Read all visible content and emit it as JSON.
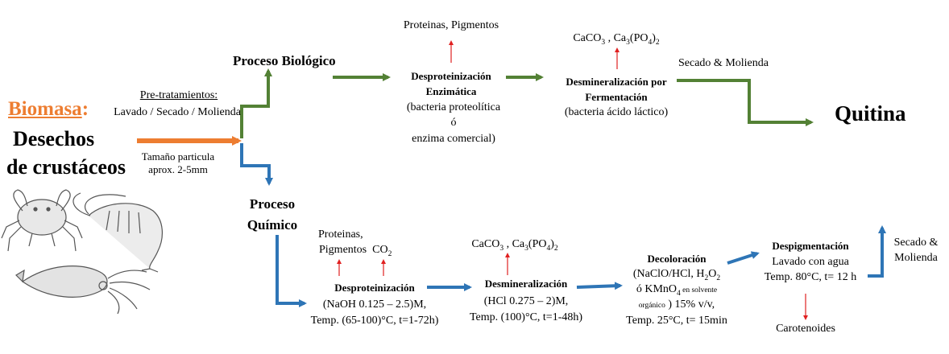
{
  "colors": {
    "orange": "#ed7d31",
    "green": "#538135",
    "blue": "#2e75b6",
    "red": "#e02020"
  },
  "start": {
    "biomasa": "Biomasa",
    "colon": ":",
    "desechos": "Desechos",
    "crustaceos": "de crustáceos",
    "pretrat_title": "Pre-tratamientos:",
    "pretrat_body": "Lavado / Secado / Molienda",
    "size1": "Tamaño particula",
    "size2": "aprox. 2-5mm",
    "icons": [
      "crab-icon",
      "shrimp-icon",
      "squid-icon"
    ]
  },
  "bio": {
    "title": "Proceso Biológico",
    "byproduct1": "Proteinas, Pigmentos",
    "step1_t1": "Desproteinización",
    "step1_t2": "Enzimática",
    "step1_d1": "(bacteria proteolítica",
    "step1_d2": "ó",
    "step1_d3": "enzima comercial)",
    "byproduct2_a": "CaCO",
    "byproduct2_sub1": "3",
    "byproduct2_b": " ,  Ca",
    "byproduct2_sub2": "3",
    "byproduct2_c": "(PO",
    "byproduct2_sub3": "4",
    "byproduct2_d": ")",
    "byproduct2_sub4": "2",
    "step2_t1": "Desmineralización por",
    "step2_t2": "Fermentación",
    "step2_d1": "(bacteria ácido láctico)",
    "dry": "Secado & Molienda"
  },
  "product": "Quitina",
  "chem": {
    "title1": "Proceso",
    "title2": "Químico",
    "bp1_a": "Proteinas,",
    "bp1_b": "Pigmentos",
    "bp1_c": "CO",
    "bp1_sub": "2",
    "step1_t": "Desproteinización",
    "step1_d1": "(NaOH 0.125 – 2.5)M,",
    "step1_d2": "Temp. (65-100)°C, t=1-72h)",
    "bp2_a": "CaCO",
    "bp2_sub1": "3",
    "bp2_b": " ,  Ca",
    "bp2_sub2": "3",
    "bp2_c": "(PO",
    "bp2_sub3": "4",
    "bp2_d": ")",
    "bp2_sub4": "2",
    "step2_t": "Desmineralización",
    "step2_d1": "(HCl 0.275 – 2)M,",
    "step2_d2": "Temp. (100)°C, t=1-48h)",
    "step3_t": "Decoloración",
    "step3_d1a": "(NaClO/HCl, H",
    "step3_d1sub": "2",
    "step3_d1b": "O",
    "step3_d1sub2": "2",
    "step3_d2a": "ó KMnO",
    "step3_d2sub": "4",
    "step3_d2b": " en solvente",
    "step3_d3a": "orgánico",
    "step3_d3b": " ) 15% v/v,",
    "step3_d4": "Temp. 25°C, t= 15min",
    "step4_t": "Despigmentación",
    "step4_d1": "Lavado con agua",
    "step4_d2": "Temp. 80°C, t= 12 h",
    "bp4": "Carotenoides",
    "dry1": "Secado &",
    "dry2": "Molienda"
  }
}
